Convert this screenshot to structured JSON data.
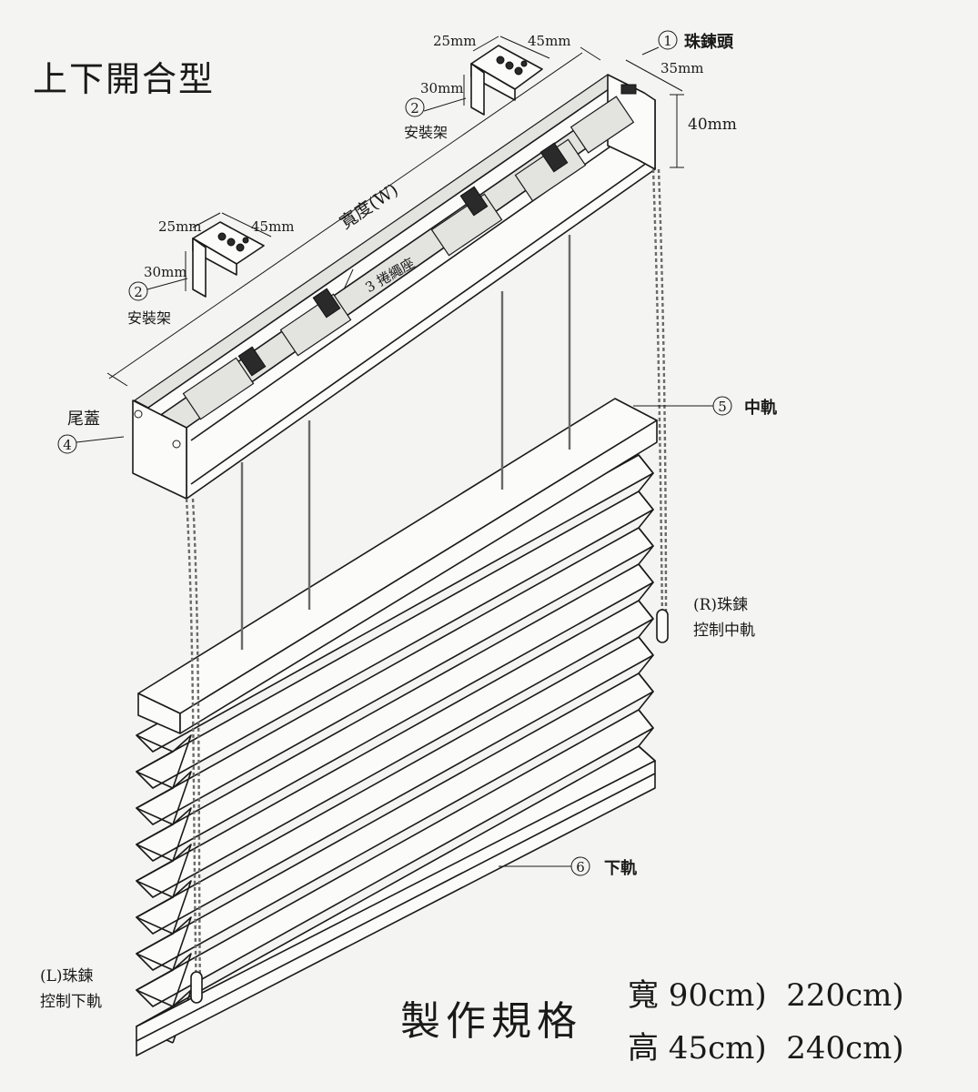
{
  "title": "上下開合型",
  "dimensions": {
    "bracket_top_25": "25mm",
    "bracket_top_45": "45mm",
    "bracket_top_30": "30mm",
    "bracket_left_25": "25mm",
    "bracket_left_45": "45mm",
    "bracket_left_30": "30mm",
    "headrail_depth": "35mm",
    "headrail_height": "40mm",
    "width_label": "寬度(W)"
  },
  "parts": {
    "p1_num": "1",
    "p1_label": "珠鍊頭",
    "p2_num": "2",
    "p2_label": "安裝架",
    "p2b_num": "2",
    "p2b_label": "安裝架",
    "p3_label": "3 捲繩座",
    "p4_num": "4",
    "p4_label": "尾蓋",
    "p5_num": "5",
    "p5_label": "中軌",
    "p6_num": "6",
    "p6_label": "下軌",
    "right_chain_line1": "(R)珠鍊",
    "right_chain_line2": "控制中軌",
    "left_chain_line1": "(L)珠鍊",
    "left_chain_line2": "控制下軌"
  },
  "spec": {
    "heading": "製作規格",
    "width_row": "寬 90cm)  220cm)",
    "height_row": "高 45cm)  240cm)"
  }
}
